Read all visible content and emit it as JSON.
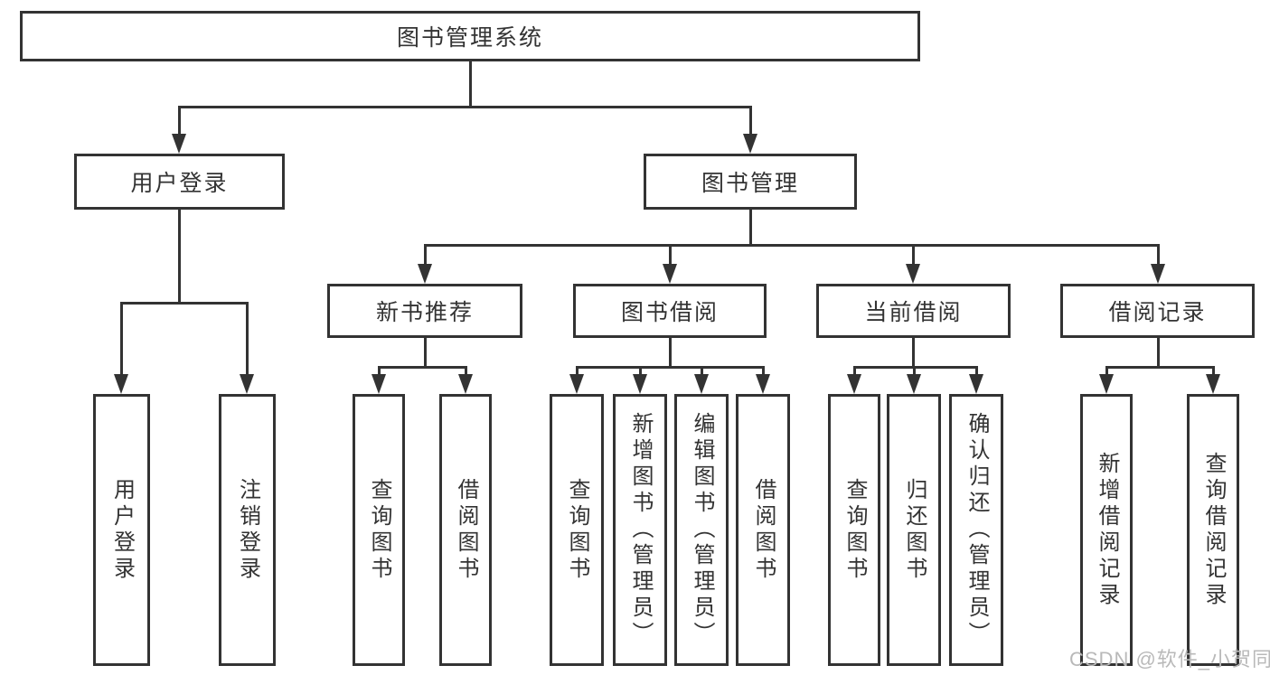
{
  "diagram_title": "图书管理系统",
  "tree": {
    "label": "图书管理系统",
    "children": [
      {
        "label": "用户登录",
        "children": [
          {
            "label": "用户登录"
          },
          {
            "label": "注销登录"
          }
        ]
      },
      {
        "label": "图书管理",
        "children": [
          {
            "label": "新书推荐",
            "children": [
              {
                "label": "查询图书"
              },
              {
                "label": "借阅图书"
              }
            ]
          },
          {
            "label": "图书借阅",
            "children": [
              {
                "label": "查询图书"
              },
              {
                "label": "新增图书（管理员）"
              },
              {
                "label": "编辑图书（管理员）"
              },
              {
                "label": "借阅图书"
              }
            ]
          },
          {
            "label": "当前借阅",
            "children": [
              {
                "label": "查询图书"
              },
              {
                "label": "归还图书"
              },
              {
                "label": "确认归还（管理员）"
              }
            ]
          },
          {
            "label": "借阅记录",
            "children": [
              {
                "label": "新增借阅记录"
              },
              {
                "label": "查询借阅记录"
              }
            ]
          }
        ]
      }
    ]
  },
  "watermark": {
    "text": "CSDN @软件_小贺同学",
    "color": "#b9b9b9"
  },
  "colors": {
    "line": "#333333",
    "box_border": "#333333",
    "text": "#333333",
    "background": "#ffffff"
  }
}
